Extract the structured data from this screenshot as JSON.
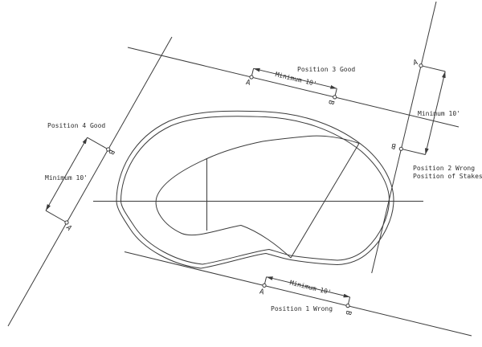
{
  "diagram": {
    "background": "#ffffff",
    "line_color": "#3b3b3b",
    "text_color": "#2b2b2b"
  },
  "positions": {
    "p1": {
      "label": "Position 1 Wrong",
      "minimum": "Minimum 10'",
      "stake_a": "A",
      "stake_b": "B"
    },
    "p2": {
      "label_line1": "Position 2 Wrong",
      "label_line2": "Position of Stakes",
      "minimum": "Minimum 10'",
      "stake_a": "A",
      "stake_b": "B"
    },
    "p3": {
      "label": "Position 3 Good",
      "minimum": "Minimum 10'",
      "stake_a": "A",
      "stake_b": "B"
    },
    "p4": {
      "label": "Position 4 Good",
      "minimum": "Minimum 10'",
      "stake_a": "A",
      "stake_b": "B"
    }
  }
}
